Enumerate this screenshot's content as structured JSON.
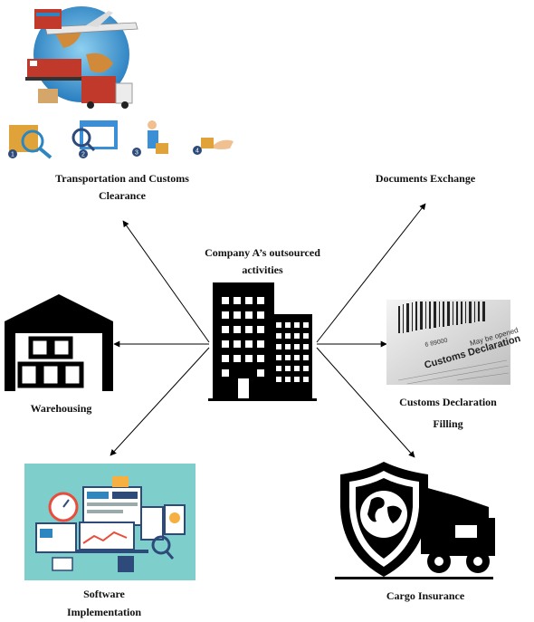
{
  "diagram": {
    "center": {
      "label_line1": "Company A’s outsourced",
      "label_line2": "activities"
    },
    "nodes": {
      "transport": {
        "line1": "Transportation and Customs",
        "line2": "Clearance"
      },
      "documents": {
        "line1": "Documents Exchange"
      },
      "warehousing": {
        "line1": "Warehousing"
      },
      "customs": {
        "line1": "Customs Declaration",
        "line2": "Filling"
      },
      "software": {
        "line1": "Software",
        "line2": "Implementation"
      },
      "insurance": {
        "line1": "Cargo Insurance"
      }
    },
    "image_text": {
      "customs_form_title": "Customs Declaration",
      "customs_form_stamp": "May be opened",
      "barcode_number": "6 89000",
      "step_numbers": [
        "1",
        "2",
        "3",
        "4"
      ]
    }
  }
}
